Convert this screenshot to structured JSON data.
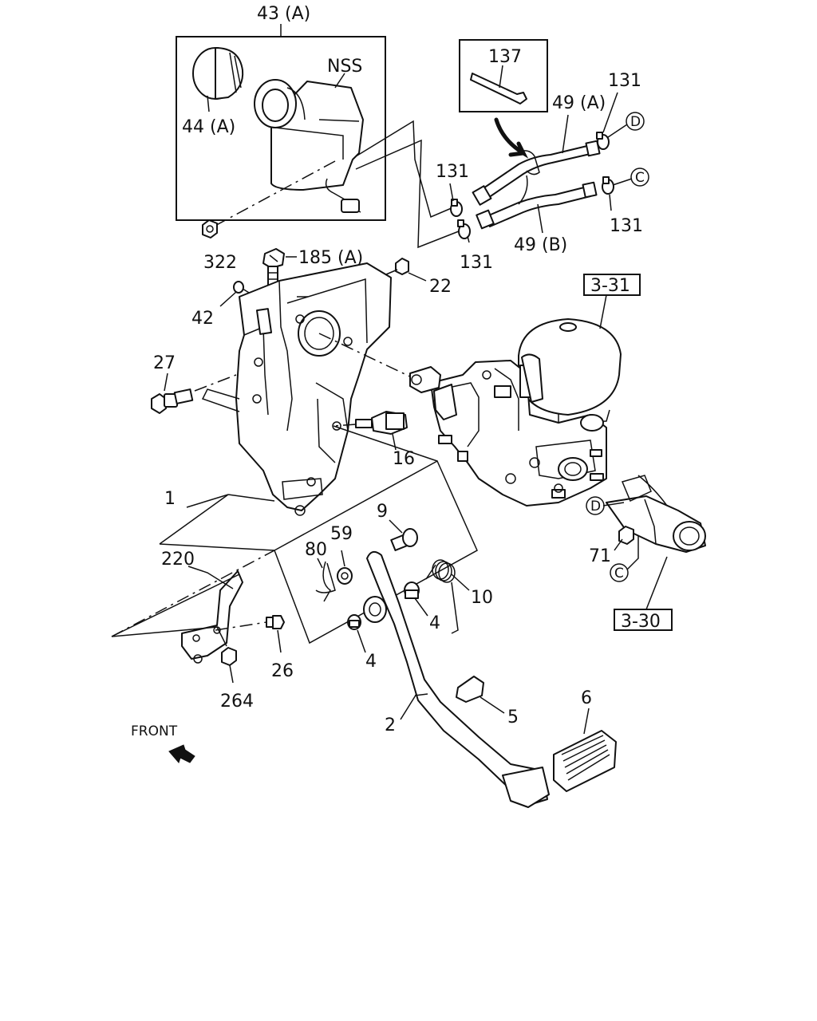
{
  "callouts": {
    "c43a": "43 (A)",
    "nss": "NSS",
    "c44a": "44 (A)",
    "c137": "137",
    "c49a": "49 (A)",
    "c131_tr": "131",
    "c131_ml": "131",
    "c131_mr": "131",
    "c131_bl": "131",
    "c49b": "49 (B)",
    "c322": "322",
    "c185a": "185 (A)",
    "c22": "22",
    "c42": "42",
    "c331": "3-31",
    "c27": "27",
    "c16": "16",
    "c1": "1",
    "c9": "9",
    "c59": "59",
    "c80": "80",
    "c220": "220",
    "c10": "10",
    "c4a": "4",
    "c4b": "4",
    "c71": "71",
    "c330": "3-30",
    "c26": "26",
    "c264": "264",
    "c5": "5",
    "c6": "6",
    "c2": "2",
    "front": "FRONT"
  },
  "connectors": {
    "d_top": "D",
    "c_top": "C",
    "d_bottom": "D",
    "c_bottom": "C"
  },
  "colors": {
    "ink": "#111111",
    "paper": "#ffffff"
  },
  "icons": {
    "front_arrow": "front-arrow-icon"
  }
}
